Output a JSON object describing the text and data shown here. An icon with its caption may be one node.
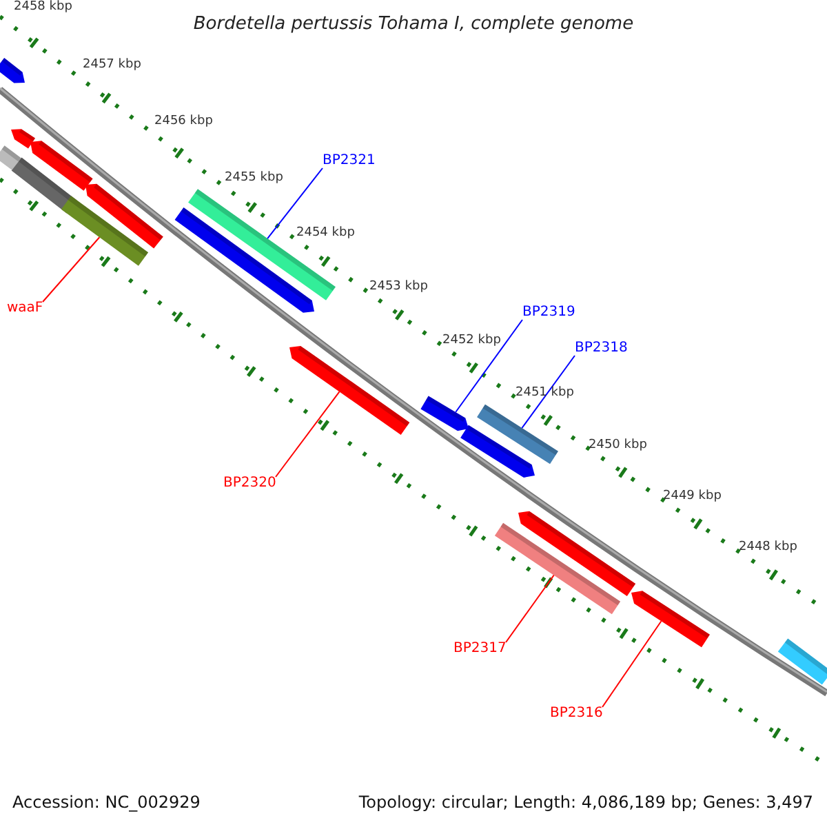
{
  "diagram": {
    "title": "Bordetella pertussis Tohama I, complete genome",
    "nodes": [
      {
        "text": [
          "BP2321"
        ]
      },
      {
        "text": [
          "BP2319"
        ]
      },
      {
        "text": [
          "BP2318"
        ]
      },
      {
        "text": [
          "waaF"
        ]
      },
      {
        "text": [
          "BP2320"
        ]
      },
      {
        "text": [
          "BP2317"
        ]
      },
      {
        "text": [
          "BP2316"
        ]
      },
      {
        "text": [],
        "shape": "bar"
      },
      {
        "text": [],
        "shape": "bar"
      },
      {
        "text": [],
        "shape": "arrow"
      },
      {
        "text": [],
        "shape": "arrow"
      },
      {
        "text": [],
        "shape": "bar"
      },
      {
        "text": [],
        "shape": "bar"
      },
      {
        "text": [],
        "shape": "arrow"
      }
    ],
    "edges": [
      {
        "from": 0,
        "to": 8,
        "arrow": "none",
        "color": "#0000ff"
      },
      {
        "from": 1,
        "to": 10,
        "arrow": "none",
        "color": "#0000ff"
      },
      {
        "from": 2,
        "to": 11,
        "arrow": "none",
        "color": "#0000ff"
      },
      {
        "from": 3,
        "to": 7,
        "arrow": "none"
      },
      {
        "from": 4,
        "to": 9,
        "arrow": "none"
      },
      {
        "from": 5,
        "to": 12,
        "arrow": "none"
      },
      {
        "from": 6,
        "to": 13,
        "arrow": "none"
      }
    ],
    "labels": [
      "2458 kbp",
      "2457 kbp",
      "2456 kbp",
      "2455 kbp",
      "2454 kbp",
      "2453 kbp",
      "2452 kbp",
      "2451 kbp",
      "2450 kbp",
      "2449 kbp",
      "2448 kbp",
      "Accession: NC_002929",
      "Topology: circular; Length: 4,086,189 bp; Genes: 3,497"
    ]
  }
}
